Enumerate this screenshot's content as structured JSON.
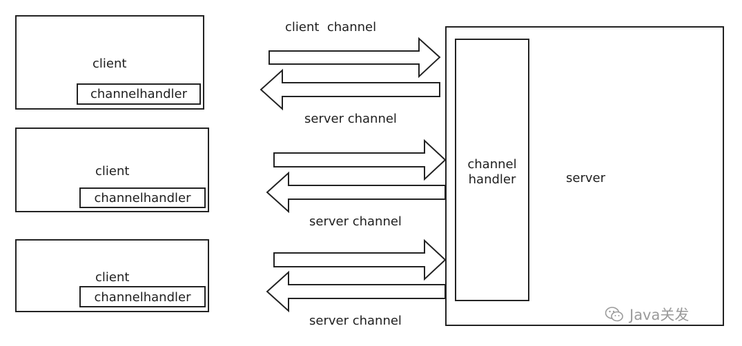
{
  "clients": [
    {
      "label": "client",
      "handler_label": "channelhandler"
    },
    {
      "label": "client",
      "handler_label": "channelhandler"
    },
    {
      "label": "client",
      "handler_label": "channelhandler"
    }
  ],
  "channels": [
    {
      "label": "client  channel"
    },
    {
      "label": "server channel"
    },
    {
      "label": "server channel"
    },
    {
      "label": "server channel"
    }
  ],
  "server": {
    "label": "server",
    "handler_line1": "channel",
    "handler_line2": "handler"
  },
  "watermark": {
    "text": "Java关发",
    "icon": "wechat-icon"
  },
  "colors": {
    "stroke": "#222222",
    "text": "#1e1e1e",
    "watermark": "#9a9a9a",
    "background": "#ffffff"
  }
}
